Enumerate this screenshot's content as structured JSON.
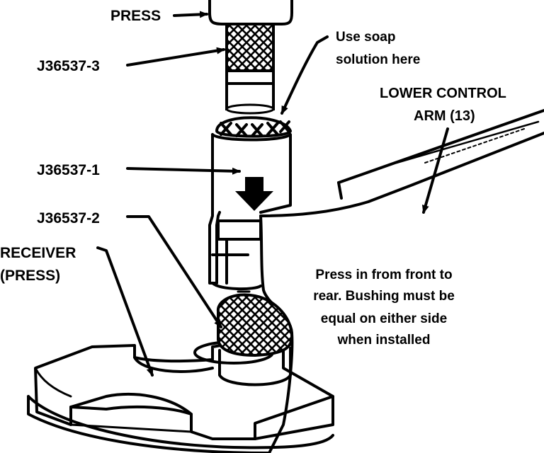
{
  "labels": {
    "press": "PRESS",
    "tool_3": "J36537-3",
    "soap_line1": "Use soap",
    "soap_line2": "solution here",
    "lower_arm_line1": "LOWER CONTROL",
    "lower_arm_line2": "ARM (13)",
    "tool_1": "J36537-1",
    "tool_2": "J36537-2",
    "receiver_line1": "RECEIVER",
    "receiver_line2": "(PRESS)",
    "note_line1": "Press in from front to",
    "note_line2": "rear. Bushing must be",
    "note_line3": "equal on either side",
    "note_line4": "when installed"
  },
  "colors": {
    "ink": "#000000",
    "paper": "#ffffff"
  }
}
